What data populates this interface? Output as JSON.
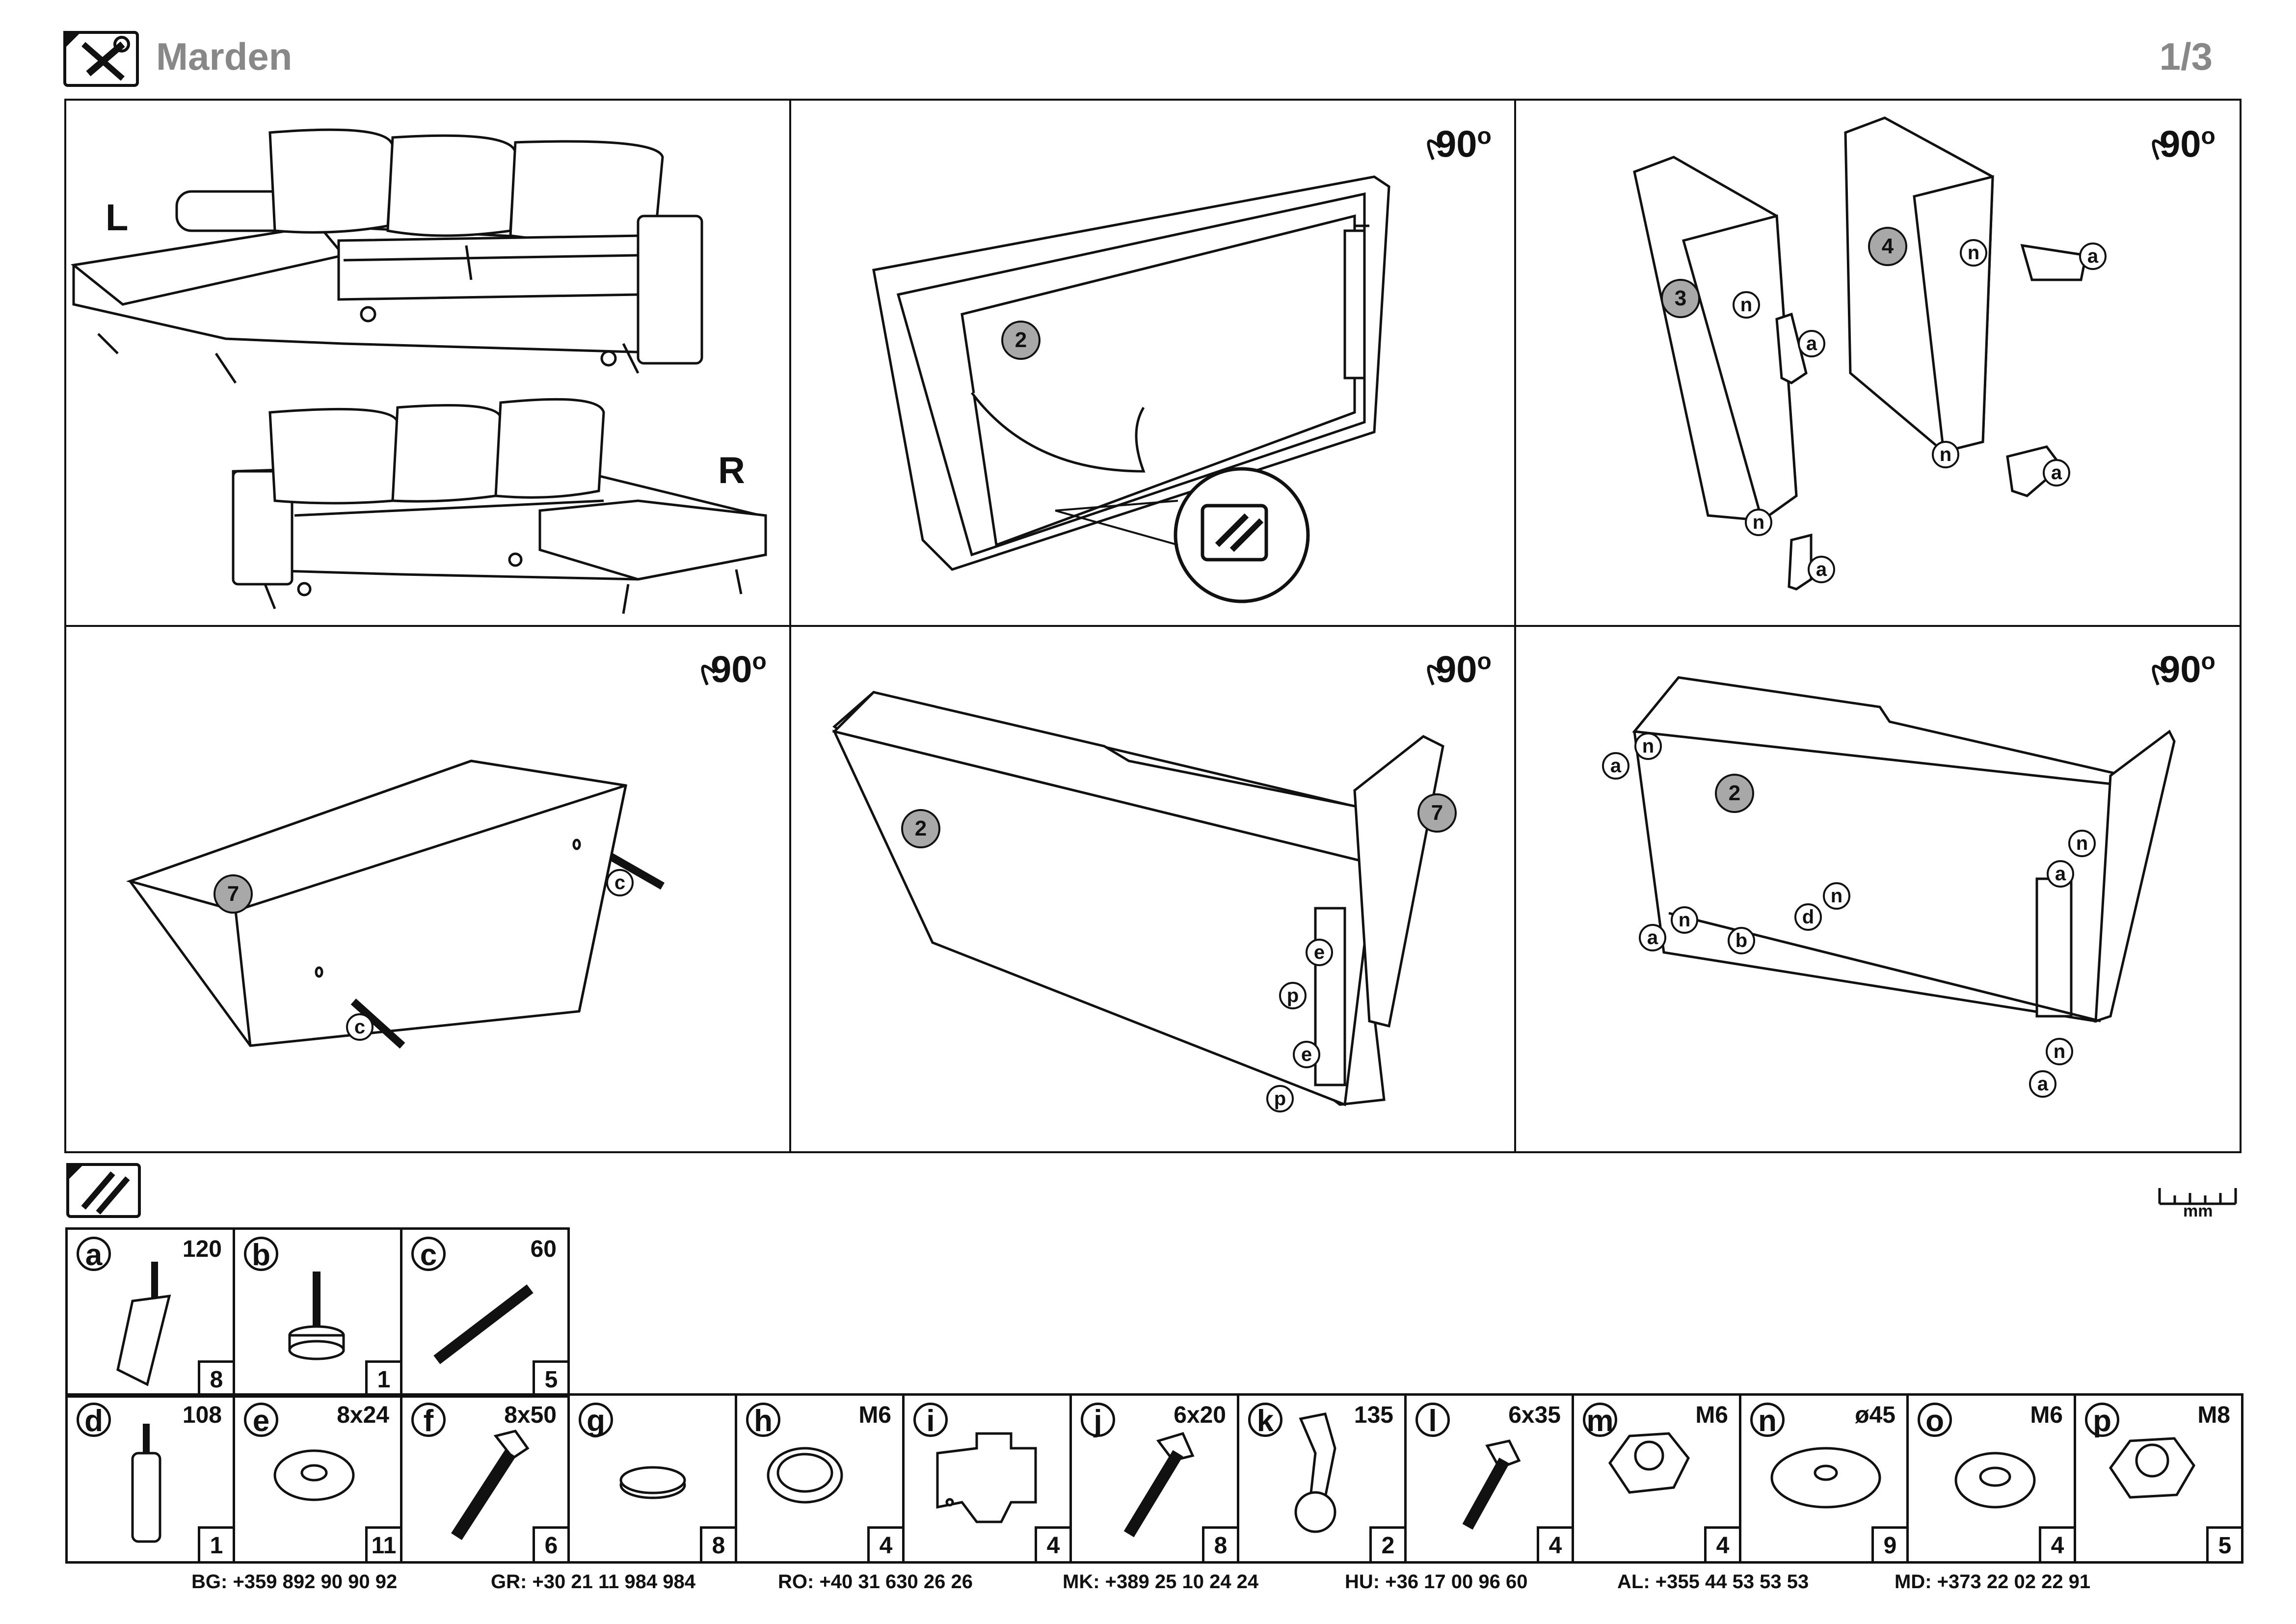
{
  "header": {
    "title": "Marden",
    "page": "1/3"
  },
  "steps": {
    "step1": {
      "left_label": "L",
      "right_label": "R"
    },
    "rotation_label": "90",
    "rotation_unit": "o",
    "part_numbers": {
      "p2": "2",
      "p3": "3",
      "p4": "4",
      "p7": "7"
    }
  },
  "callouts": {
    "a": "a",
    "n": "n",
    "c": "c",
    "e": "e",
    "p": "p",
    "b": "b",
    "d": "d"
  },
  "ruler_unit": "mm",
  "hardware": [
    {
      "letter": "a",
      "spec": "120",
      "qty": "8"
    },
    {
      "letter": "b",
      "spec": "",
      "qty": "1"
    },
    {
      "letter": "c",
      "spec": "60",
      "qty": "5"
    },
    {
      "letter": "d",
      "spec": "108",
      "qty": "1"
    },
    {
      "letter": "e",
      "spec": "8x24",
      "qty": "11"
    },
    {
      "letter": "f",
      "spec": "8x50",
      "qty": "6"
    },
    {
      "letter": "g",
      "spec": "",
      "qty": "8"
    },
    {
      "letter": "h",
      "spec": "M6",
      "qty": "4"
    },
    {
      "letter": "i",
      "spec": "",
      "qty": "4"
    },
    {
      "letter": "j",
      "spec": "6x20",
      "qty": "8"
    },
    {
      "letter": "k",
      "spec": "135",
      "qty": "2"
    },
    {
      "letter": "l",
      "spec": "6x35",
      "qty": "4"
    },
    {
      "letter": "m",
      "spec": "M6",
      "qty": "4"
    },
    {
      "letter": "n",
      "spec": "ø45",
      "qty": "9"
    },
    {
      "letter": "o",
      "spec": "M6",
      "qty": "4"
    },
    {
      "letter": "p",
      "spec": "M8",
      "qty": "5"
    }
  ],
  "contacts": [
    {
      "code": "BG:",
      "phone": "+359 892 90 90 92"
    },
    {
      "code": "GR:",
      "phone": "+30 21 11 984 984"
    },
    {
      "code": "RO:",
      "phone": "+40 31 630 26 26"
    },
    {
      "code": "MK:",
      "phone": "+389 25 10 24 24"
    },
    {
      "code": "HU:",
      "phone": "+36 17 00 96 60"
    },
    {
      "code": "AL:",
      "phone": "+355 44 53 53 53"
    },
    {
      "code": "MD:",
      "phone": "+373 22 02 22 91"
    }
  ]
}
